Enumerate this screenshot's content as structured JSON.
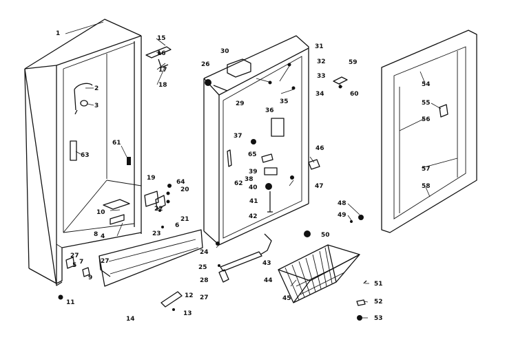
{
  "callouts": [
    {
      "id": "c1",
      "text": "1"
    },
    {
      "id": "c2",
      "text": "2"
    },
    {
      "id": "c3",
      "text": "3"
    },
    {
      "id": "c4",
      "text": "4"
    },
    {
      "id": "c5",
      "text": "5"
    },
    {
      "id": "c6",
      "text": "6"
    },
    {
      "id": "c7",
      "text": "7"
    },
    {
      "id": "c8",
      "text": "8"
    },
    {
      "id": "c9",
      "text": "9"
    },
    {
      "id": "c10",
      "text": "10"
    },
    {
      "id": "c11",
      "text": "11"
    },
    {
      "id": "c12",
      "text": "12"
    },
    {
      "id": "c13",
      "text": "13"
    },
    {
      "id": "c14",
      "text": "14"
    },
    {
      "id": "c15",
      "text": "15"
    },
    {
      "id": "c16",
      "text": "16"
    },
    {
      "id": "c17",
      "text": "17"
    },
    {
      "id": "c18",
      "text": "18"
    },
    {
      "id": "c19",
      "text": "19"
    },
    {
      "id": "c20",
      "text": "20"
    },
    {
      "id": "c21",
      "text": "21"
    },
    {
      "id": "c22",
      "text": "22"
    },
    {
      "id": "c23",
      "text": "23"
    },
    {
      "id": "c24",
      "text": "24"
    },
    {
      "id": "c25",
      "text": "25"
    },
    {
      "id": "c26",
      "text": "26"
    },
    {
      "id": "c27a",
      "text": "27"
    },
    {
      "id": "c27b",
      "text": "27"
    },
    {
      "id": "c27c",
      "text": "27"
    },
    {
      "id": "c28",
      "text": "28"
    },
    {
      "id": "c29",
      "text": "29"
    },
    {
      "id": "c30",
      "text": "30"
    },
    {
      "id": "c31",
      "text": "31"
    },
    {
      "id": "c32",
      "text": "32"
    },
    {
      "id": "c33",
      "text": "33"
    },
    {
      "id": "c34",
      "text": "34"
    },
    {
      "id": "c35",
      "text": "35"
    },
    {
      "id": "c36",
      "text": "36"
    },
    {
      "id": "c37",
      "text": "37"
    },
    {
      "id": "c38",
      "text": "38"
    },
    {
      "id": "c39",
      "text": "39"
    },
    {
      "id": "c40",
      "text": "40"
    },
    {
      "id": "c41",
      "text": "41"
    },
    {
      "id": "c42",
      "text": "42"
    },
    {
      "id": "c43",
      "text": "43"
    },
    {
      "id": "c44",
      "text": "44"
    },
    {
      "id": "c45",
      "text": "45"
    },
    {
      "id": "c46",
      "text": "46"
    },
    {
      "id": "c47",
      "text": "47"
    },
    {
      "id": "c48",
      "text": "48"
    },
    {
      "id": "c49",
      "text": "49"
    },
    {
      "id": "c50",
      "text": "50"
    },
    {
      "id": "c51",
      "text": "51"
    },
    {
      "id": "c52",
      "text": "52"
    },
    {
      "id": "c53",
      "text": "53"
    },
    {
      "id": "c54",
      "text": "54"
    },
    {
      "id": "c55",
      "text": "55"
    },
    {
      "id": "c56",
      "text": "56"
    },
    {
      "id": "c57",
      "text": "57"
    },
    {
      "id": "c58",
      "text": "58"
    },
    {
      "id": "c59",
      "text": "59"
    },
    {
      "id": "c60",
      "text": "60"
    },
    {
      "id": "c61",
      "text": "61"
    },
    {
      "id": "c62",
      "text": "62"
    },
    {
      "id": "c63",
      "text": "63"
    },
    {
      "id": "c64",
      "text": "64"
    },
    {
      "id": "c65",
      "text": "65"
    }
  ]
}
